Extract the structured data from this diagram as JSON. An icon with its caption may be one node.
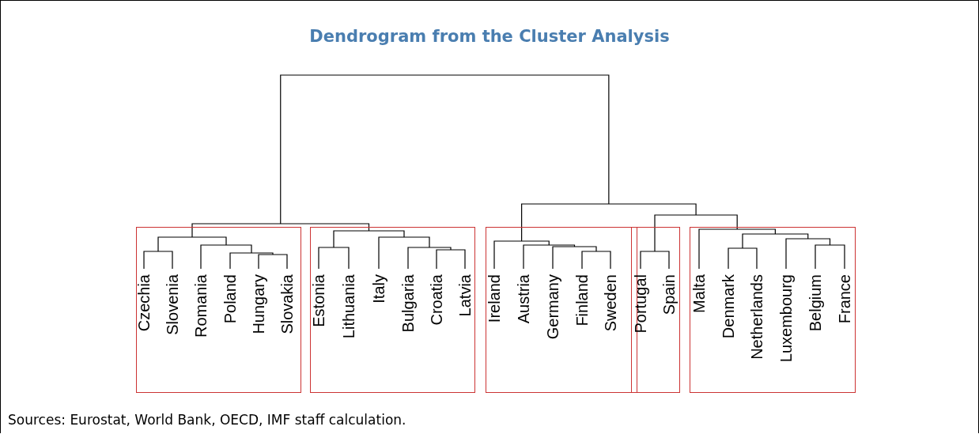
{
  "diagram": {
    "title": "Dendrogram from the Cluster Analysis",
    "nodes": [
      {
        "text": [],
        "shape": "box"
      },
      {
        "text": [
          "Czechia"
        ],
        "in": 0
      },
      {
        "text": [
          "Slovenia"
        ],
        "in": 0
      },
      {
        "text": [
          "Romania"
        ],
        "in": 0
      },
      {
        "text": [
          "Poland"
        ],
        "in": 0
      },
      {
        "text": [
          "Hungary"
        ],
        "in": 0
      },
      {
        "text": [
          "Slovakia"
        ],
        "in": 0
      },
      {
        "text": [],
        "shape": "box"
      },
      {
        "text": [
          "Estonia"
        ],
        "in": 7
      },
      {
        "text": [
          "Lithuania"
        ],
        "in": 7
      },
      {
        "text": [
          "Italy"
        ],
        "in": 7
      },
      {
        "text": [
          "Bulgaria"
        ],
        "in": 7
      },
      {
        "text": [
          "Croatia"
        ],
        "in": 7
      },
      {
        "text": [
          "Latvia"
        ],
        "in": 7
      },
      {
        "text": [],
        "shape": "box"
      },
      {
        "text": [
          "Ireland"
        ],
        "in": 14
      },
      {
        "text": [
          "Austria"
        ],
        "in": 14
      },
      {
        "text": [
          "Germany"
        ],
        "in": 14
      },
      {
        "text": [
          "Finland"
        ],
        "in": 14
      },
      {
        "text": [
          "Sweden"
        ],
        "in": 14
      },
      {
        "text": [],
        "shape": "box"
      },
      {
        "text": [
          "Portugal"
        ],
        "in": 20
      },
      {
        "text": [
          "Spain"
        ],
        "in": 20
      },
      {
        "text": [],
        "shape": "box"
      },
      {
        "text": [
          "Malta"
        ],
        "in": 23
      },
      {
        "text": [
          "Denmark"
        ],
        "in": 23
      },
      {
        "text": [
          "Netherlands"
        ],
        "in": 23
      },
      {
        "text": [
          "Luxembourg"
        ],
        "in": 23
      },
      {
        "text": [
          "Belgium"
        ],
        "in": 23
      },
      {
        "text": [
          "France"
        ],
        "in": 23
      }
    ],
    "edges": [],
    "labels": [
      "Sources: Eurostat, World Bank, OECD, IMF staff calculation."
    ]
  }
}
